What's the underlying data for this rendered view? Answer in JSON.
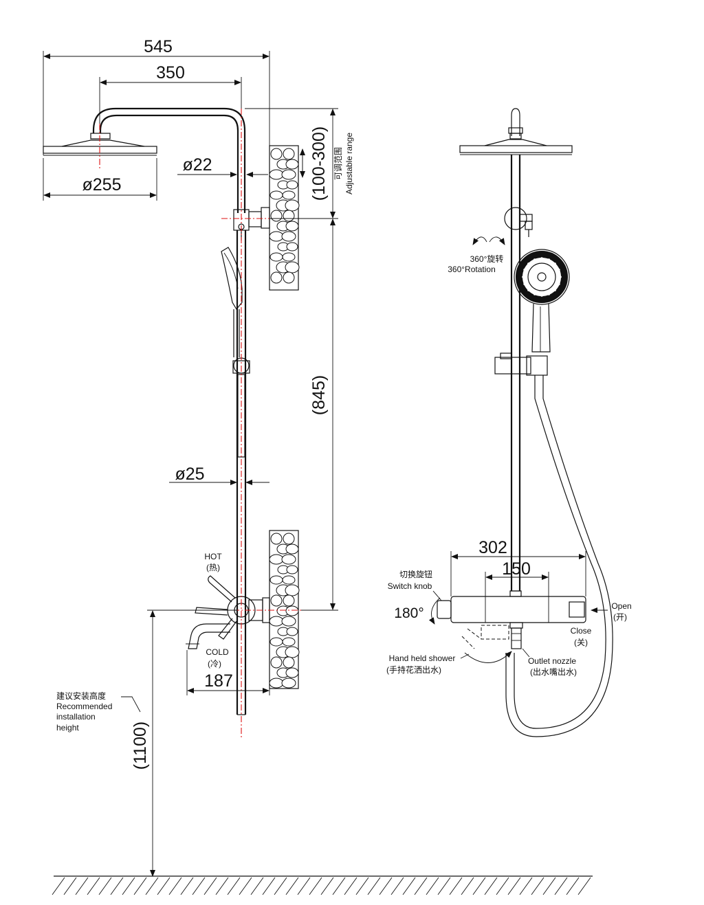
{
  "dimensions": {
    "overall_width": "545",
    "arm_length": "350",
    "head_diameter": "ø255",
    "arm_pipe_diameter": "ø22",
    "adjust_range": "(100-300)",
    "bar_length": "(845)",
    "pipe_diameter": "ø25",
    "spout_length": "187",
    "install_height": "(1100)",
    "mixer_width": "302",
    "inlet_spacing": "150",
    "knob_rotation": "180°"
  },
  "labels": {
    "adjustable_cn": "可调范围",
    "adjustable_en": "Adjustable range",
    "hot_en": "HOT",
    "hot_cn": "(热)",
    "cold_en": "COLD",
    "cold_cn": "(冷)",
    "install_cn": "建议安装高度",
    "install_en1": "Recommended",
    "install_en2": "installation",
    "install_en3": "height",
    "rotation_cn": "360°旋转",
    "rotation_en": "360°Rotation",
    "switch_cn": "切换旋钮",
    "switch_en": "Switch knob",
    "open_en": "Open",
    "open_cn": "(开)",
    "close_en": "Close",
    "close_cn": "(关)",
    "handheld_en": "Hand held shower",
    "handheld_cn": "(手持花洒出水)",
    "outlet_en": "Outlet nozzle",
    "outlet_cn": "(出水嘴出水)"
  }
}
